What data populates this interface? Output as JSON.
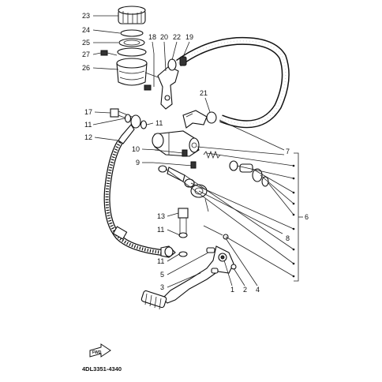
{
  "callouts": {
    "c23": "23",
    "c24": "24",
    "c25": "25",
    "c27": "27",
    "c26": "26",
    "c18": "18",
    "c20": "20",
    "c22": "22",
    "c19": "19",
    "c21": "21",
    "c17": "17",
    "c11a": "11",
    "c11b": "11",
    "c12": "12",
    "c10": "10",
    "c9": "9",
    "c7": "7",
    "c6": "6",
    "c8": "8",
    "c13": "13",
    "c11c": "11",
    "c11d": "11",
    "c5": "5",
    "c3": "3",
    "c1": "1",
    "c2": "2",
    "c4": "4"
  },
  "fwd_label": "FWD",
  "diagram_code": "4DL3351-4340"
}
